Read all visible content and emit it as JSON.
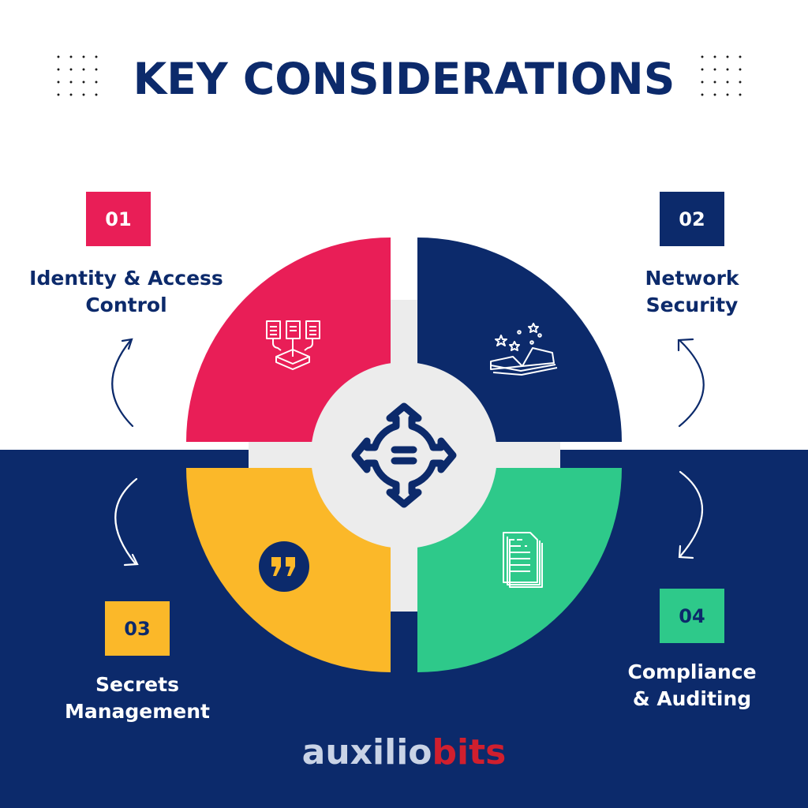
{
  "title": "KEY CONSIDERATIONS",
  "colors": {
    "navy": "#0c2a6b",
    "pink": "#e91e57",
    "yellow": "#fbb829",
    "green": "#2ec98a",
    "gray_plate": "#ececec",
    "white": "#ffffff"
  },
  "items": [
    {
      "number": "01",
      "label": "Identity & Access\nControl",
      "color": "#e91e57",
      "icon": "documents-merge-icon"
    },
    {
      "number": "02",
      "label": "Network\nSecurity",
      "color": "#0c2a6b",
      "icon": "open-book-stars-icon"
    },
    {
      "number": "03",
      "label": "Secrets\nManagement",
      "color": "#fbb829",
      "icon": "quote-bubble-icon"
    },
    {
      "number": "04",
      "label": "Compliance\n& Auditing",
      "color": "#2ec98a",
      "icon": "document-stack-icon"
    }
  ],
  "center_icon": "four-way-arrows-equal-icon",
  "logo": {
    "part1": "auxilio",
    "part2": "bits"
  }
}
